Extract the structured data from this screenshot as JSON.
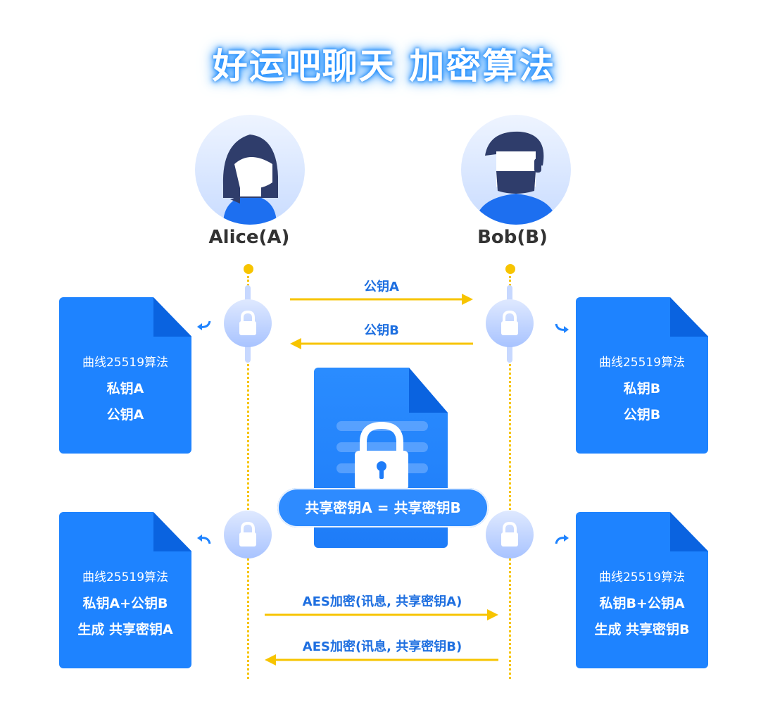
{
  "title": "好运吧聊天 加密算法",
  "alice": {
    "name": "Alice(A)"
  },
  "bob": {
    "name": "Bob(B)"
  },
  "arrows": {
    "pubA": "公钥A",
    "pubB": "公钥B",
    "aesA": "AES加密(讯息, 共享密钥A)",
    "aesB": "AES加密(讯息, 共享密钥B)"
  },
  "docs": {
    "alice_keys": {
      "l1": "曲线25519算法",
      "l2": "私钥A",
      "l3": "公钥A"
    },
    "bob_keys": {
      "l1": "曲线25519算法",
      "l2": "私钥B",
      "l3": "公钥B"
    },
    "alice_shared": {
      "l1": "曲线25519算法",
      "l2": "私钥A+公钥B",
      "l3": "生成 共享密钥A"
    },
    "bob_shared": {
      "l1": "曲线25519算法",
      "l2": "私钥B+公钥A",
      "l3": "生成 共享密钥B"
    }
  },
  "center": {
    "equation": "共享密钥A = 共享密钥B"
  },
  "colors": {
    "blue": "#1e83ff",
    "yellow": "#f7c400",
    "label_blue": "#1e6fe0"
  },
  "icons": [
    "lock-icon",
    "alice-avatar",
    "bob-avatar",
    "document-icon",
    "curved-arrow-icon"
  ]
}
